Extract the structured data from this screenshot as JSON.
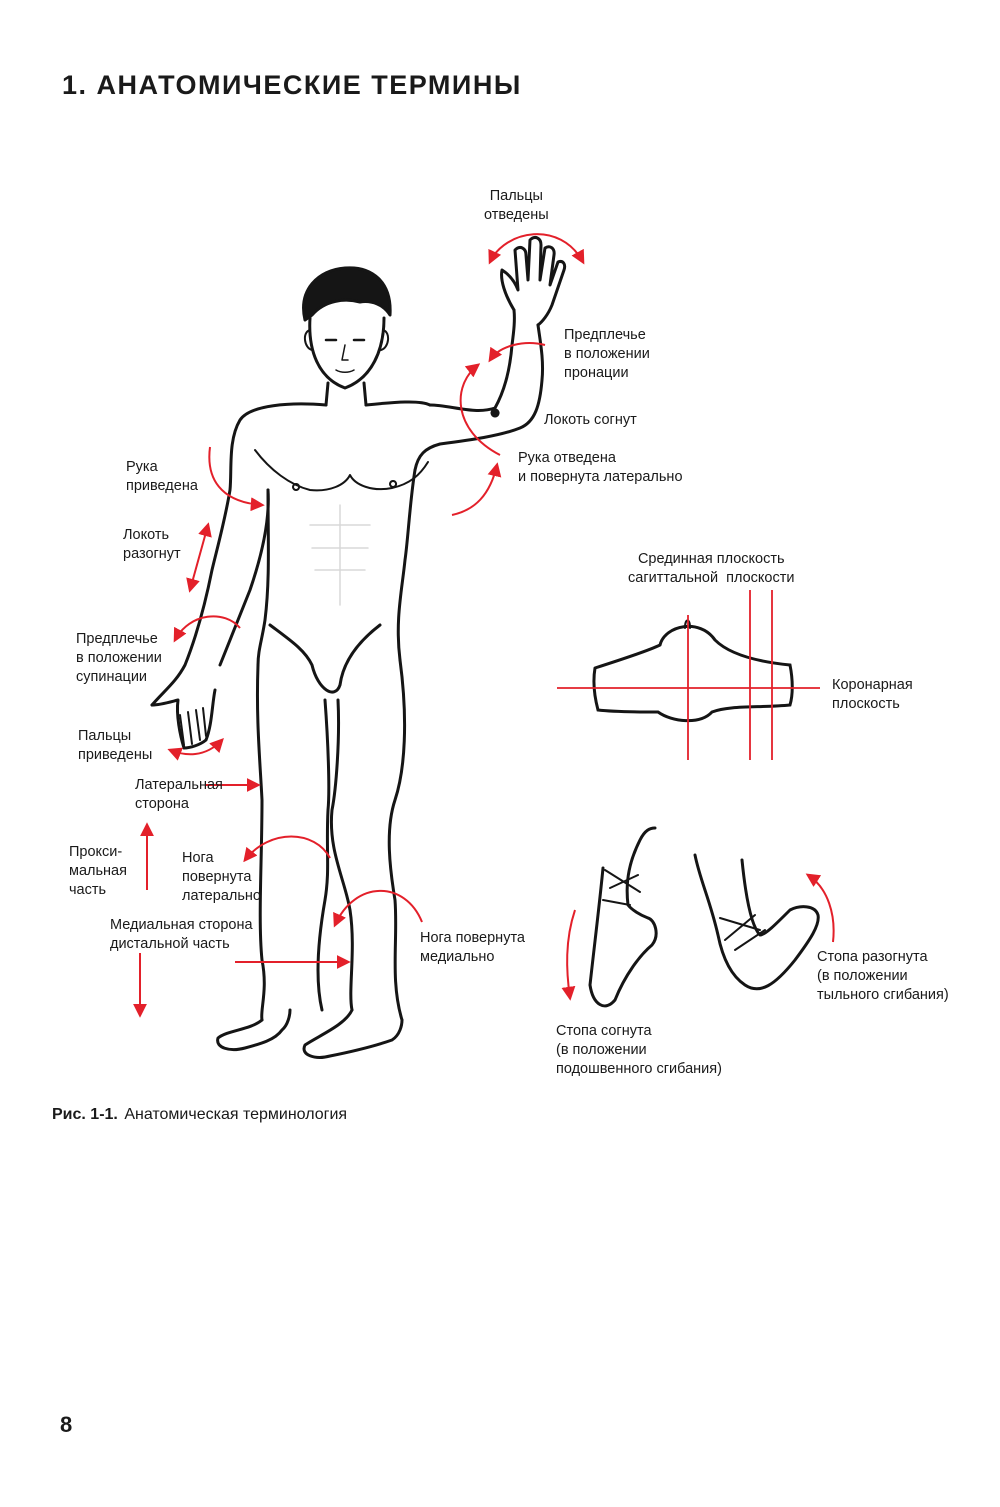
{
  "page": {
    "title": "1. АНАТОМИЧЕСКИЕ ТЕРМИНЫ",
    "page_number": "8"
  },
  "caption": {
    "label": "Рис. 1-1.",
    "text": "Анатомическая терминология"
  },
  "labels": {
    "fingers_abducted": "Пальцы\nотведены",
    "forearm_pronation": "Предплечье\nв положении\nпронации",
    "elbow_flexed": "Локоть согнут",
    "arm_abducted_rotated": "Рука отведена\nи повернута латерально",
    "arm_adducted": "Рука\nприведена",
    "elbow_extended": "Локоть\nразогнут",
    "forearm_supination": "Предплечье\nв положении\nсупинации",
    "fingers_adducted": "Пальцы\nприведены",
    "lateral_side": "Латеральная\nсторона",
    "proximal_part": "Прокси-\nмальная\nчасть",
    "leg_rotated_lateral": "Нога\nповернута\nлатерально",
    "medial_distal": "Медиальная сторона\nдистальной часть",
    "leg_rotated_medial": "Нога повернута\nмедиально",
    "median_plane": "Срединная плоскость\nсагиттальной  плоскости",
    "coronal_plane": "Коронарная\nплоскость",
    "foot_plantarflexed": "Стопа согнута\n(в положении\nподошвенного сгибания)",
    "foot_dorsiflexed": "Стопа разогнута\n(в положении\nтыльного сгибания)"
  },
  "colors": {
    "arrow": "#e3202a",
    "line": "#151515",
    "text": "#1a1a1a"
  }
}
